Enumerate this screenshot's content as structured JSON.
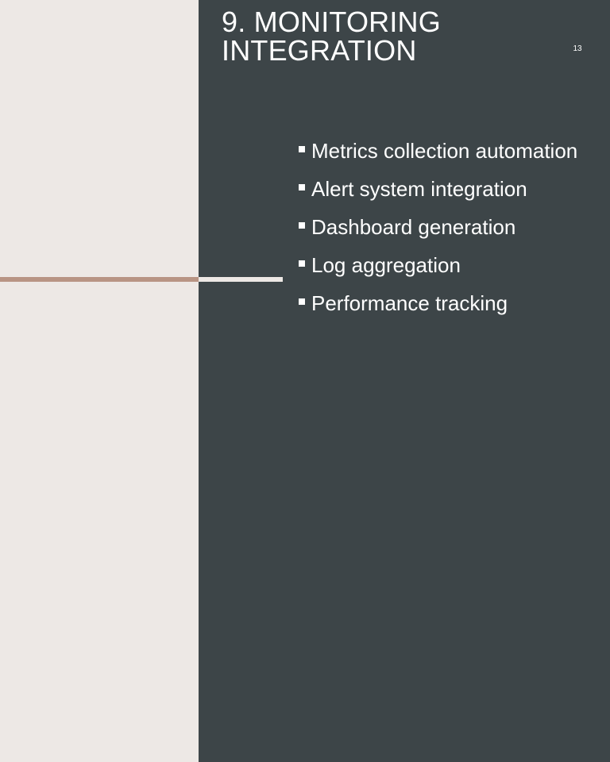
{
  "slide": {
    "title": "9. MONITORING INTEGRATION",
    "page_number": "13",
    "bullets": [
      "Metrics collection automation",
      "Alert system integration",
      "Dashboard generation",
      "Log aggregation",
      "Performance tracking"
    ],
    "bullet_icon": "square-bullet-icon"
  },
  "colors": {
    "left_background": "#ede8e5",
    "right_background": "#3d4548",
    "accent": "#b89484",
    "text": "#ffffff"
  }
}
